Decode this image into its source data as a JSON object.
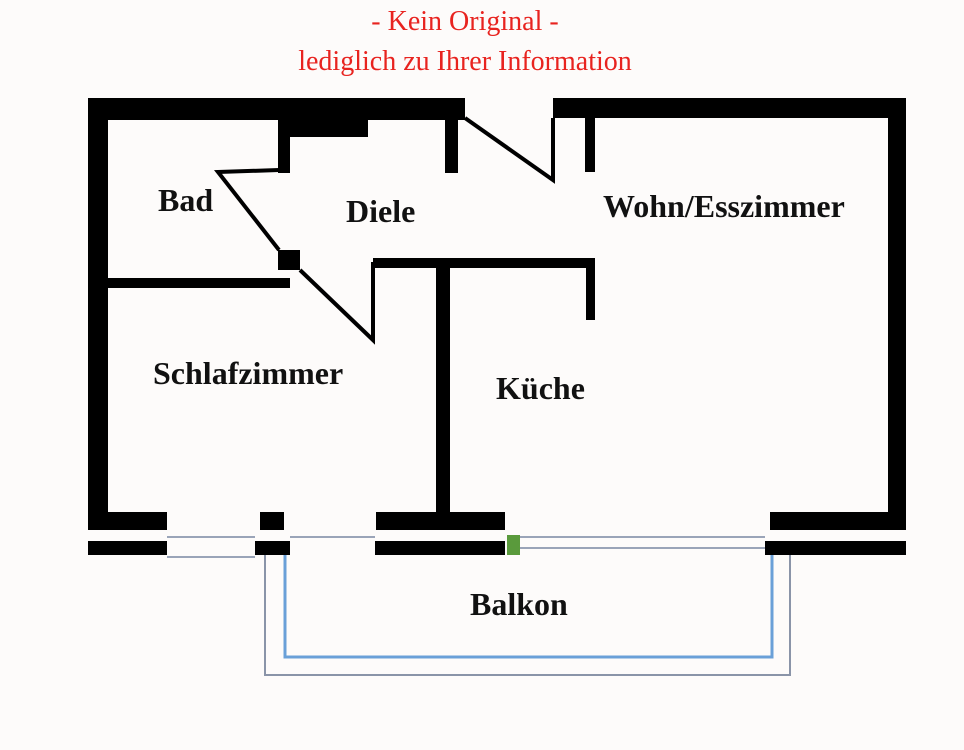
{
  "notice": {
    "line1": "- Kein Original -",
    "line2": "lediglich zu Ihrer Information"
  },
  "rooms": {
    "bad": "Bad",
    "diele": "Diele",
    "wohn": "Wohn/Esszimmer",
    "schlaf": "Schlafzimmer",
    "kueche": "Küche",
    "balkon": "Balkon"
  },
  "colors": {
    "notice": "#e8231f",
    "wall": "#000000"
  }
}
